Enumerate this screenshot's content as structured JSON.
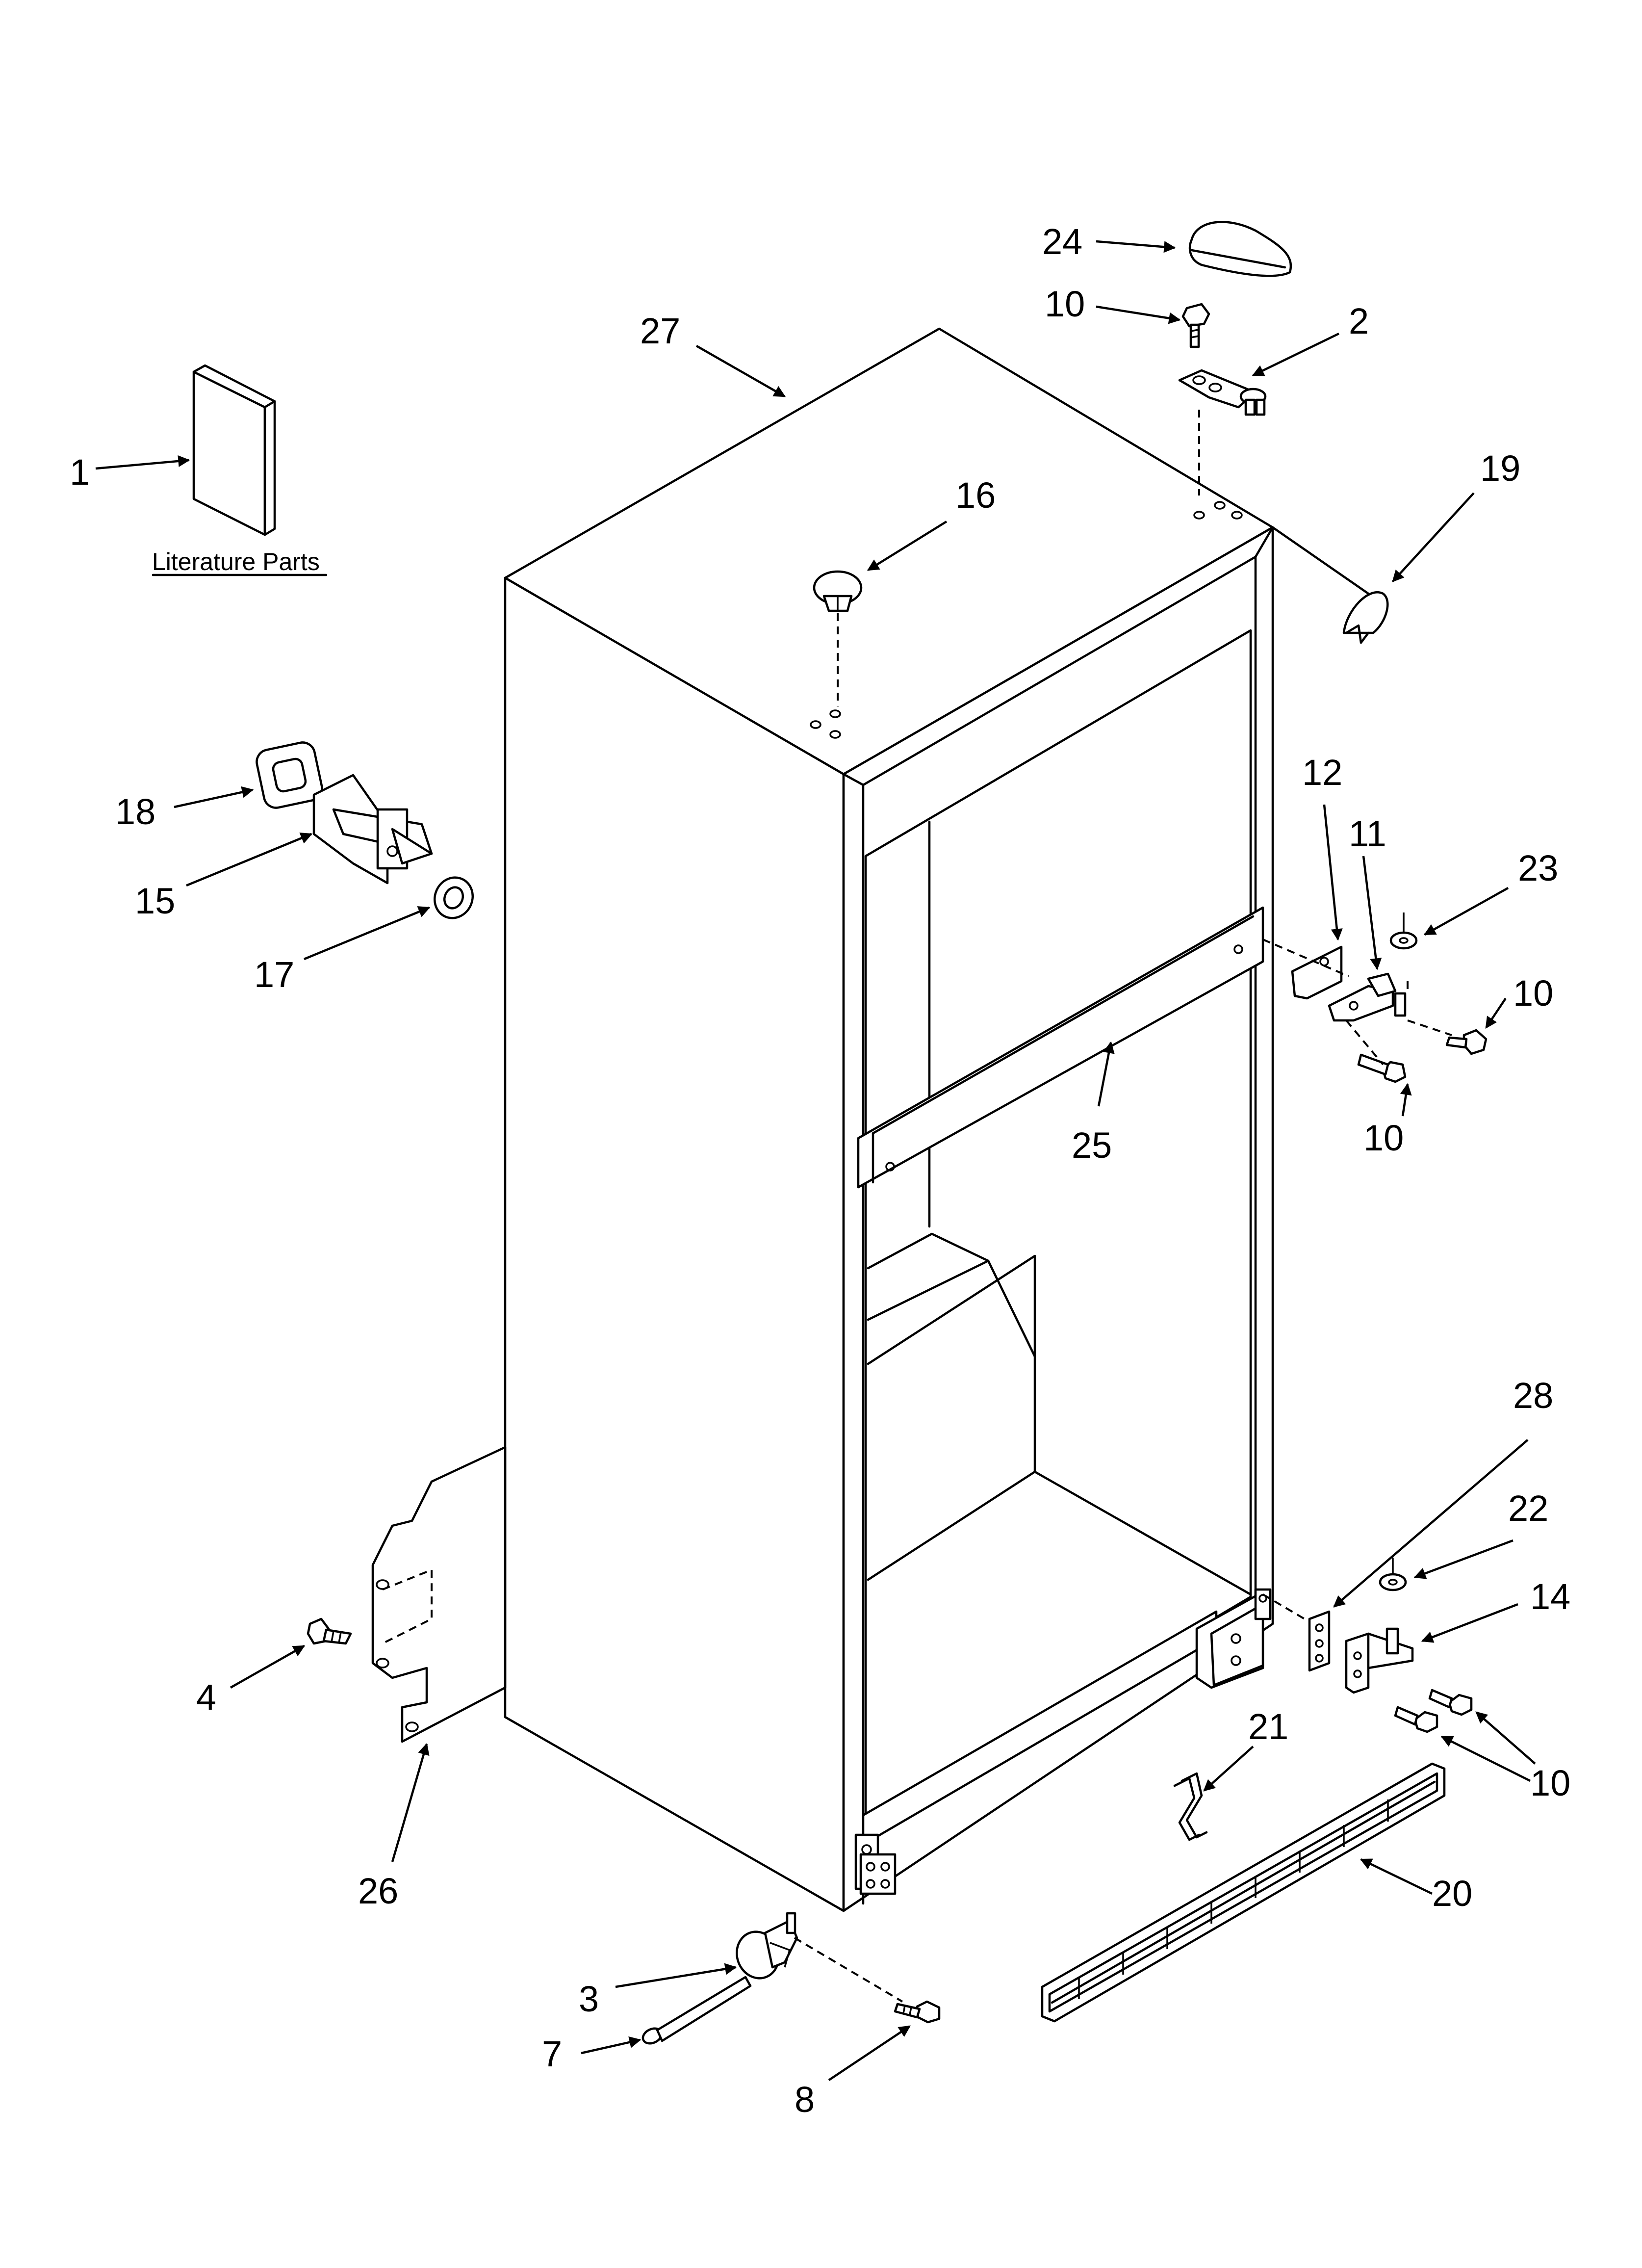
{
  "literature_caption": "Literature Parts",
  "callouts": {
    "c1": "1",
    "c2": "2",
    "c3": "3",
    "c4": "4",
    "c7": "7",
    "c8": "8",
    "c10a": "10",
    "c10b": "10",
    "c10c": "10",
    "c10d": "10",
    "c11": "11",
    "c12": "12",
    "c14": "14",
    "c15": "15",
    "c16": "16",
    "c17": "17",
    "c18": "18",
    "c19": "19",
    "c20": "20",
    "c21": "21",
    "c22": "22",
    "c23": "23",
    "c24": "24",
    "c25": "25",
    "c26": "26",
    "c27": "27",
    "c28": "28"
  }
}
